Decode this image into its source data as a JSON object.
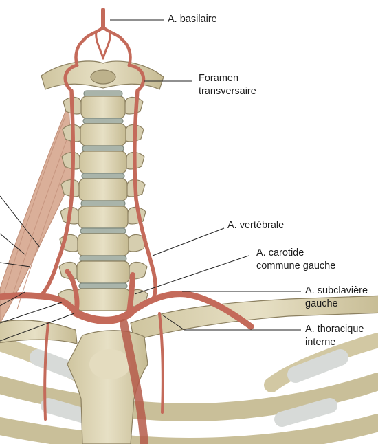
{
  "labels": {
    "basilar_artery": "A. basilaire",
    "transverse_foramen": [
      "Foramen",
      "transversaire"
    ],
    "vertebral_artery": "A. vertébrale",
    "left_common_carotid": [
      "A. carotide",
      "commune gauche"
    ],
    "left_subclavian": [
      "A. subclavière",
      "gauche"
    ],
    "internal_thoracic": [
      "A. thoracique",
      "interne"
    ]
  },
  "colors": {
    "bone": "#ddd5b6",
    "bone_shadow": "#b6ab86",
    "bone_outline": "#8c8060",
    "disc": "#a9b4aa",
    "artery": "#c46a5a",
    "artery_dark": "#94453a",
    "muscle": "#d7a78e",
    "cartilage": "#d7dad8",
    "leader": "#222222",
    "text": "#1c1c1c"
  },
  "icons": [
    "cervical-spine-illustration"
  ]
}
